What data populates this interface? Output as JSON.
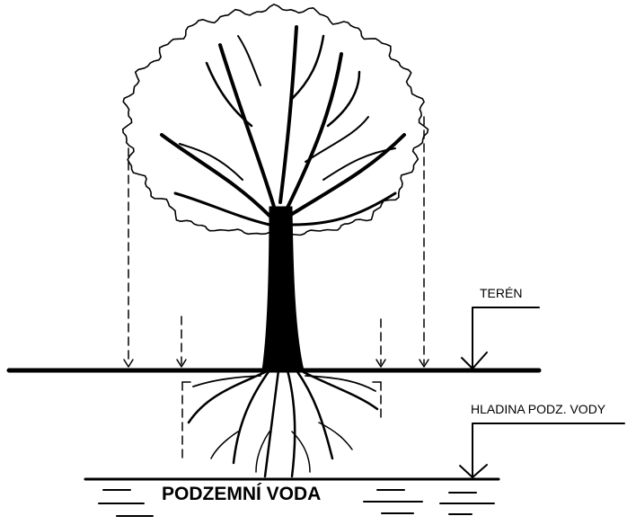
{
  "labels": {
    "terrain": "TERÉN",
    "water_level": "HLADINA PODZ. VODY",
    "groundwater": "PODZEMNÍ VODA"
  },
  "colors": {
    "ink": "#000000",
    "background": "#ffffff"
  }
}
